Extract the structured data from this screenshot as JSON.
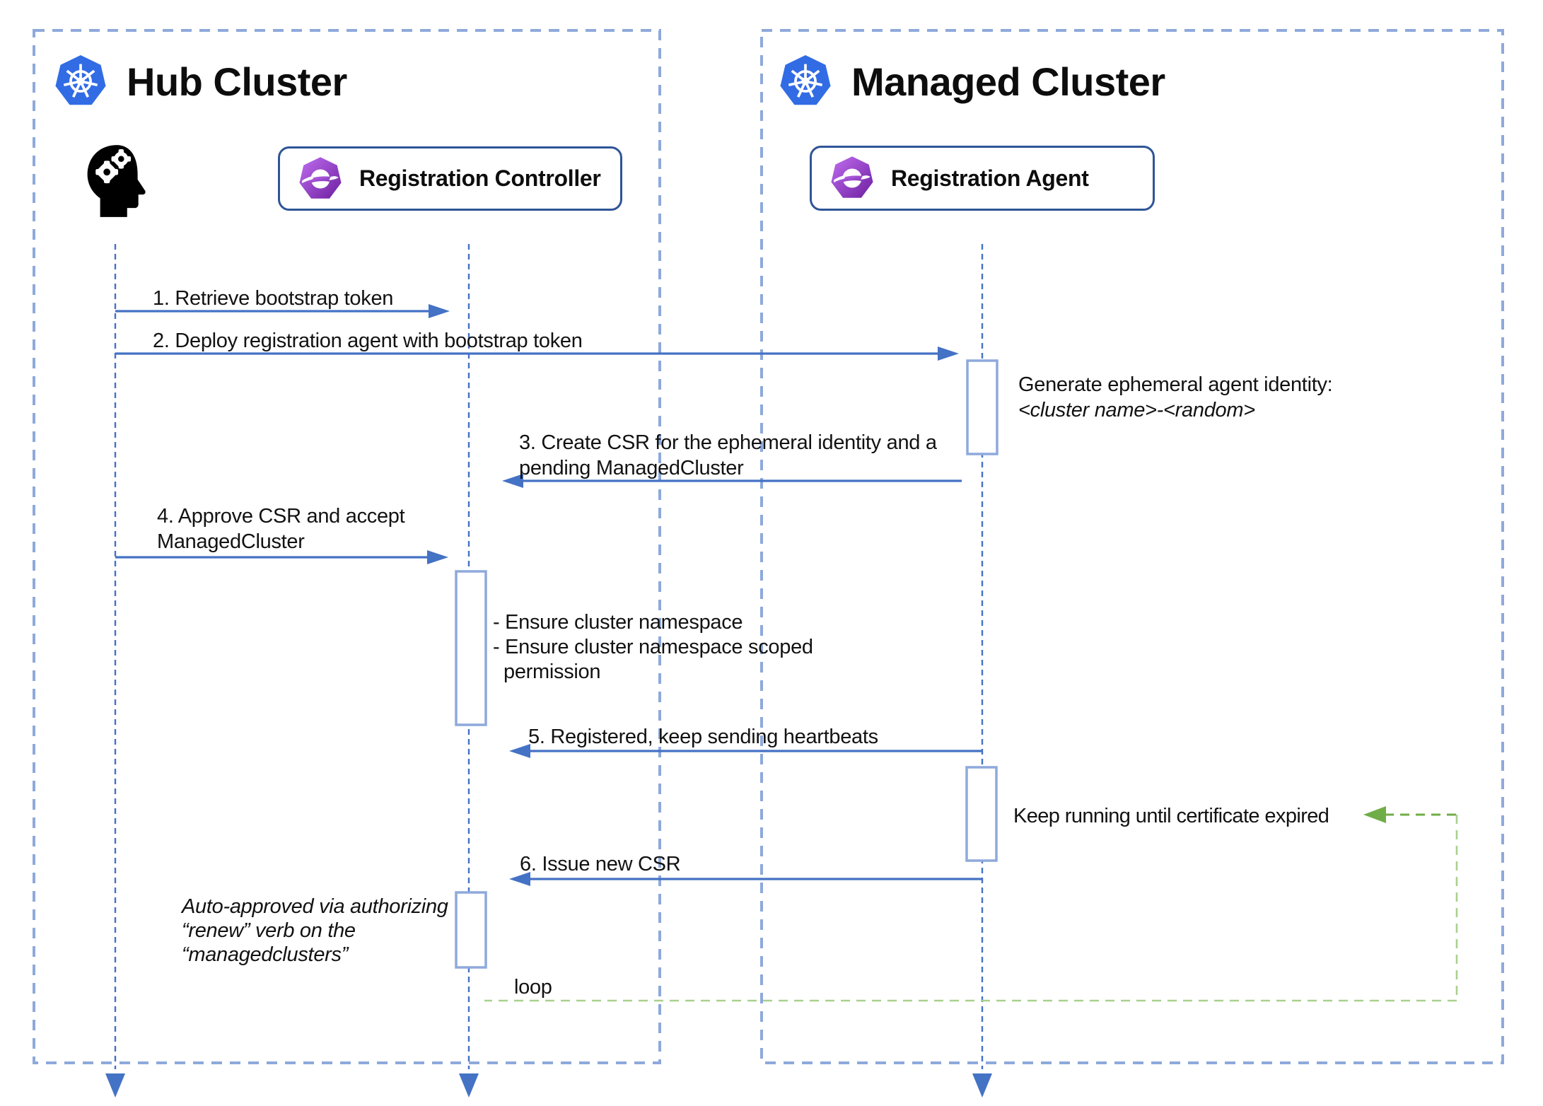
{
  "hub": {
    "title": "Hub Cluster"
  },
  "managed": {
    "title": "Managed Cluster"
  },
  "actors": {
    "controller": "Registration Controller",
    "agent": "Registration Agent"
  },
  "messages": {
    "m1": "1. Retrieve bootstrap token",
    "m2": "2. Deploy registration agent with bootstrap token",
    "m3_line1": "3. Create CSR for the ephemeral identity and a",
    "m3_line2": "pending ManagedCluster",
    "m4_line1": "4. Approve CSR and accept",
    "m4_line2": "ManagedCluster",
    "m5": "5. Registered, keep sending heartbeats",
    "m6": "6. Issue new CSR"
  },
  "notes": {
    "identity_title": "Generate ephemeral agent identity:",
    "identity_value": "<cluster name>-<random>",
    "ensure_line1": "- Ensure cluster namespace",
    "ensure_line2": "- Ensure cluster namespace scoped",
    "ensure_line3": "permission",
    "keep_running": "Keep running until certificate expired",
    "auto_line1": "Auto-approved via authorizing",
    "auto_line2": "“renew” verb on the",
    "auto_line3": "“managedclusters”",
    "loop_label": "loop"
  },
  "icons": {
    "hub_logo": "kubernetes-icon",
    "managed_logo": "kubernetes-icon",
    "human": "human-head-gears-icon",
    "controller_logo": "ocm-registration-icon",
    "agent_logo": "ocm-registration-icon"
  },
  "colors": {
    "arrow_blue": "#4472C4",
    "frame_dash_blue": "#8EA9DB",
    "activation_border": "#8EA9DB",
    "actor_border": "#2E5597",
    "kubernetes_blue": "#326CE5",
    "ocm_purple_light": "#b86ae8",
    "ocm_purple_dark": "#6d1fa0",
    "loop_green_light": "#A9D18E",
    "loop_green_dark": "#70AD47",
    "text_black": "#121212"
  }
}
